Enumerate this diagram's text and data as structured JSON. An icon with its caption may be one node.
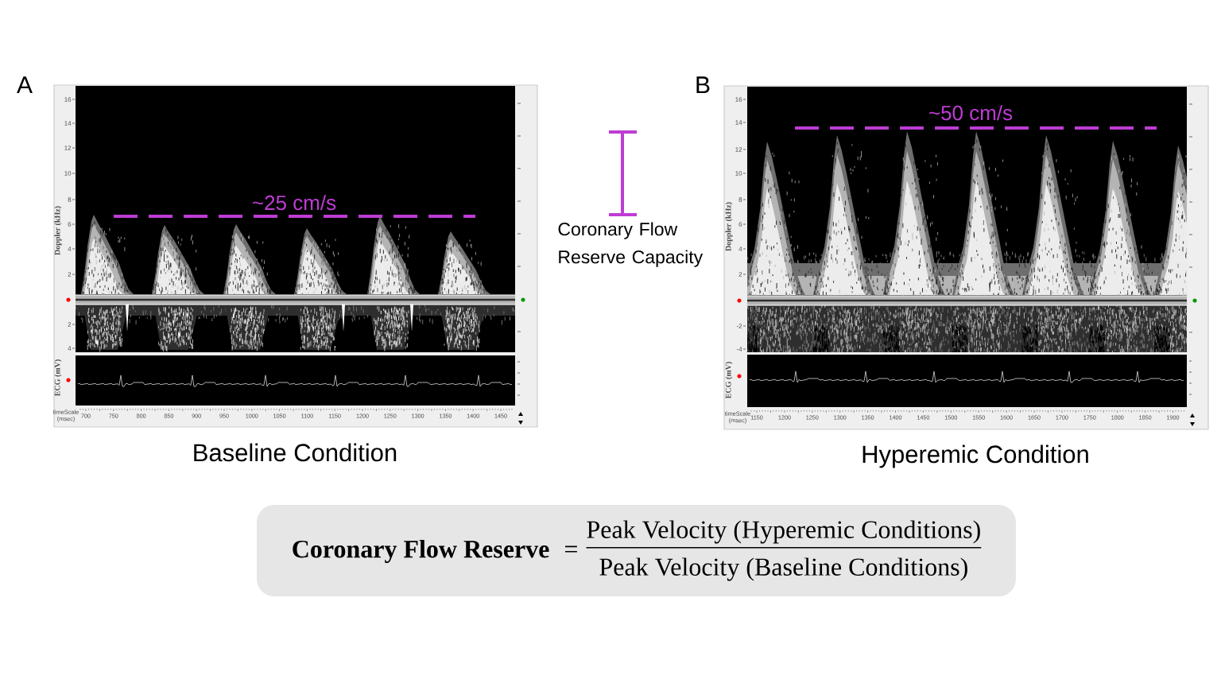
{
  "diagram": {
    "nodes": [
      {
        "text": [
          "Coronary Flow Reserve",
          "=",
          "Peak Velocity (Hyperemic Conditions)",
          "Peak Velocity (Baseline Conditions)"
        ]
      }
    ],
    "labels": [
      "A",
      "16",
      "14",
      "12",
      "10",
      "8",
      "6",
      "4",
      "2",
      "2",
      "4",
      "Doppler (kHz)",
      "ECG (mV)",
      "timeScale (msec)",
      "700",
      "750",
      "800",
      "850",
      "900",
      "950",
      "1000",
      "1050",
      "1100",
      "1150",
      "1200",
      "1250",
      "1300",
      "1350",
      "1400",
      "1450",
      "~25 cm/s",
      "Baseline Condition",
      "Coronary Flow Reserve Capacity",
      "B",
      "16",
      "14",
      "12",
      "10",
      "8",
      "6",
      "4",
      "2",
      "-2",
      "-4",
      "Doppler (kHz)",
      "ECG (mV)",
      "timeScale (msec)",
      "1150",
      "1200",
      "1250",
      "1300",
      "1350",
      "1400",
      "1450",
      "1500",
      "1550",
      "1600",
      "1650",
      "1700",
      "1750",
      "1800",
      "1850",
      "1900",
      "~50 cm/s",
      "Hyperemic Condition"
    ]
  }
}
